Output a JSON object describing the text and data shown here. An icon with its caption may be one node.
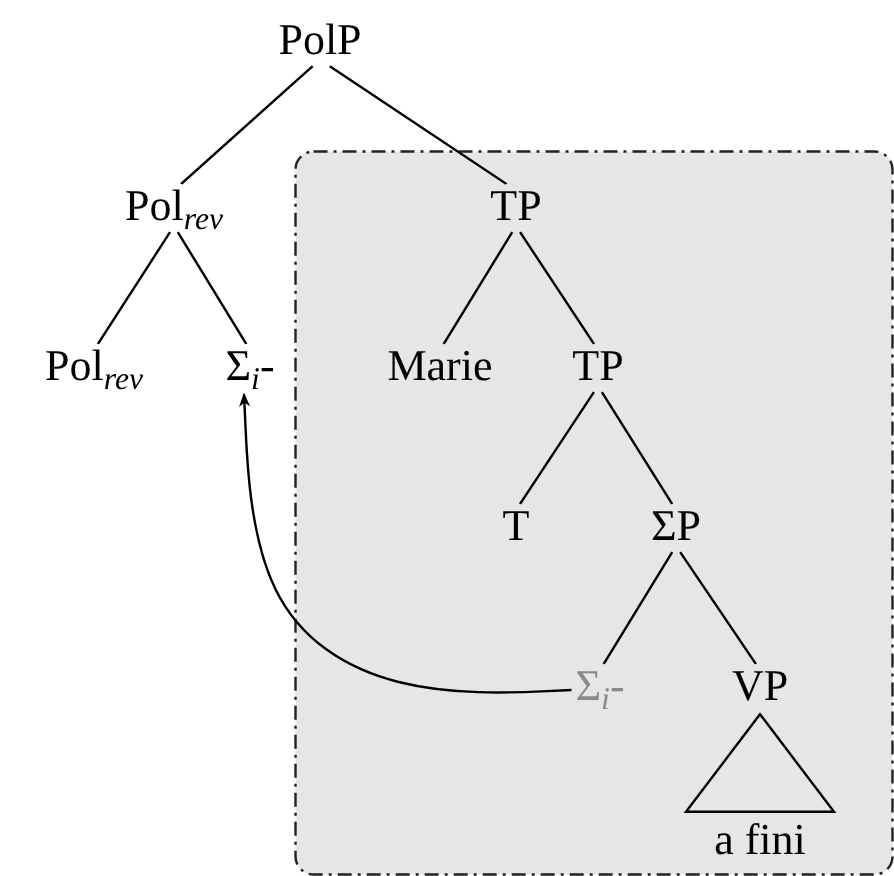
{
  "diagram": {
    "nodes": [
      {
        "text": [
          "PolP"
        ]
      },
      {
        "text": [
          "Pol$_{rev}$"
        ]
      },
      {
        "text": [],
        "shape": "box"
      },
      {
        "text": [
          "TP"
        ],
        "in": 2
      },
      {
        "text": [
          "Pol$_{rev}$"
        ]
      },
      {
        "text": [
          "Σ$_{i}$-"
        ]
      },
      {
        "text": [
          "Marie"
        ],
        "in": 2
      },
      {
        "text": [
          "TP"
        ],
        "in": 2
      },
      {
        "text": [
          "T"
        ],
        "in": 2
      },
      {
        "text": [
          "ΣP"
        ],
        "in": 2
      },
      {
        "text": [
          "Σ$_{i}$-"
        ],
        "in": 2
      },
      {
        "text": [
          "VP"
        ],
        "in": 2
      },
      {
        "text": [
          "a fini"
        ],
        "in": 2
      }
    ],
    "edges": [
      {
        "from": 0,
        "to": 1,
        "arrow": "none"
      },
      {
        "from": 0,
        "to": 3,
        "arrow": "none"
      },
      {
        "from": 1,
        "to": 4,
        "arrow": "none"
      },
      {
        "from": 1,
        "to": 5,
        "arrow": "none"
      },
      {
        "from": 3,
        "to": 6,
        "arrow": "none"
      },
      {
        "from": 3,
        "to": 7,
        "arrow": "none"
      },
      {
        "from": 7,
        "to": 8,
        "arrow": "none"
      },
      {
        "from": 7,
        "to": 9,
        "arrow": "none"
      },
      {
        "from": 9,
        "to": 10,
        "arrow": "none"
      },
      {
        "from": 9,
        "to": 11,
        "arrow": "none"
      },
      {
        "from": 10,
        "to": 5,
        "arrow": "to"
      }
    ]
  }
}
